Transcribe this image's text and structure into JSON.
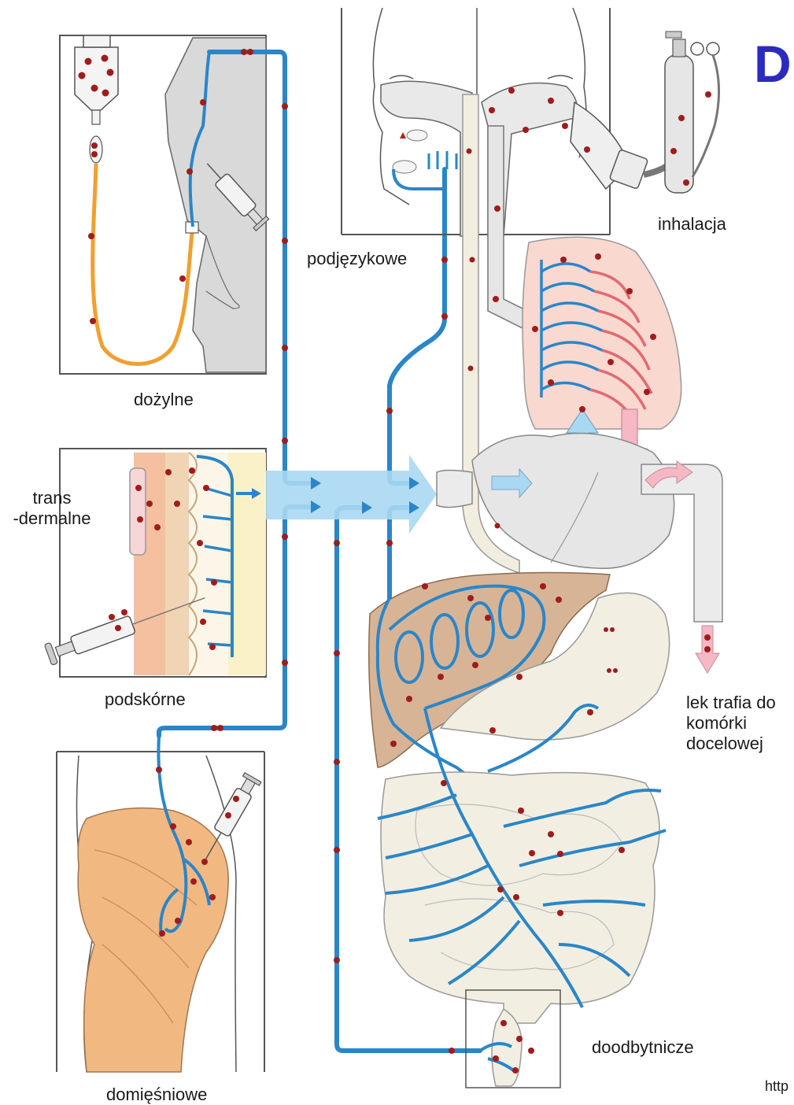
{
  "title_fragment": "D",
  "url_fragment": "http",
  "labels": {
    "intravenous": "dożylne",
    "transdermal_line1": "trans",
    "transdermal_line2": "-dermalne",
    "subcutaneous": "podskórne",
    "intramuscular": "domięśniowe",
    "sublingual": "podjęzykowe",
    "inhalation": "inhalacja",
    "target_line1": "lek trafia do",
    "target_line2": "komórki",
    "target_line3": "docelowej",
    "rectal": "doodbytnicze"
  },
  "colors": {
    "vein": "#2a86c8",
    "drug_dot": "#a01c1c",
    "iv_tube": "#f0a030",
    "flow_arrow": "#a9d8f2",
    "liver": "#d8b496",
    "skin_tissue": "#f4c49c",
    "muscle": "#f2b882",
    "organ_grey": "#e6e6e6",
    "lung_pink": "#f9d8d0",
    "gut_beige": "#f2efe2",
    "title_blue": "#2b2bbf"
  }
}
